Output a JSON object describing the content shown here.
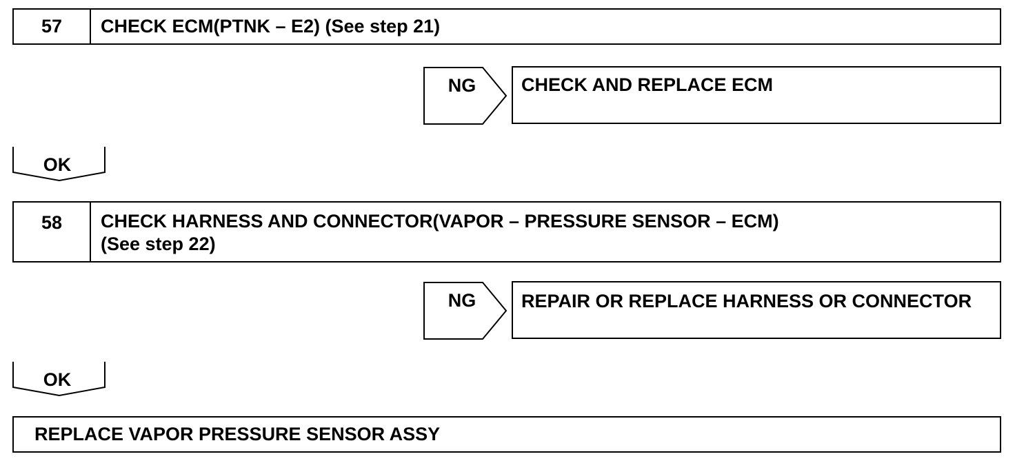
{
  "step57": {
    "number": "57",
    "title": "CHECK ECM(PTNK – E2) (See step 21)",
    "ng_label": "NG",
    "ng_action": "CHECK AND REPLACE ECM",
    "ok_label": "OK"
  },
  "step58": {
    "number": "58",
    "title_line1": "CHECK HARNESS AND CONNECTOR(VAPOR – PRESSURE SENSOR – ECM)",
    "title_line2": "(See step 22)",
    "ng_label": "NG",
    "ng_action": "REPAIR OR REPLACE HARNESS OR CONNECTOR",
    "ok_label": "OK"
  },
  "final": {
    "action": "REPLACE VAPOR PRESSURE SENSOR ASSY"
  }
}
